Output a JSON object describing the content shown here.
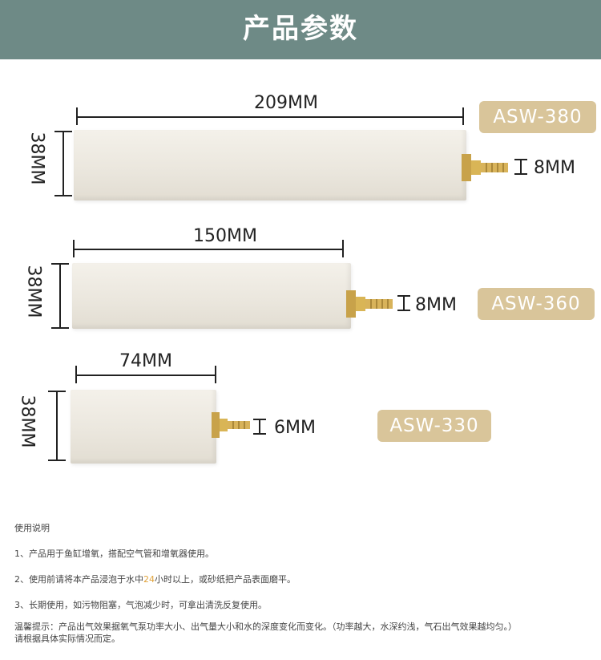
{
  "header": {
    "title": "产品参数",
    "bg_color": "#6e8a86"
  },
  "products": [
    {
      "model": "ASW-380",
      "length": "209MM",
      "height": "38MM",
      "outlet": "8MM"
    },
    {
      "model": "ASW-360",
      "length": "150MM",
      "height": "38MM",
      "outlet": "8MM"
    },
    {
      "model": "ASW-330",
      "length": "74MM",
      "height": "38MM",
      "outlet": "6MM"
    }
  ],
  "badge_color": "#d9c59a",
  "instructions": {
    "heading": "使用说明",
    "items": [
      "1、产品用于鱼缸增氧，搭配空气管和增氧器使用。",
      {
        "before": "2、使用前请将本产品浸泡于水中",
        "highlight": "24",
        "after": "小时以上，或砂纸把产品表面磨平。"
      },
      "3、长期使用，如污物阻塞，气泡减少时，可拿出清洗反复使用。"
    ],
    "tip_line1": "温馨提示：产品出气效果据氧气泵功率大小、出气量大小和水的深度变化而变化。（功率越大，水深约浅，气石出气效果越均匀。）",
    "tip_line2": "请根据具体实际情况而定。",
    "highlight_color": "#e0a23a"
  }
}
